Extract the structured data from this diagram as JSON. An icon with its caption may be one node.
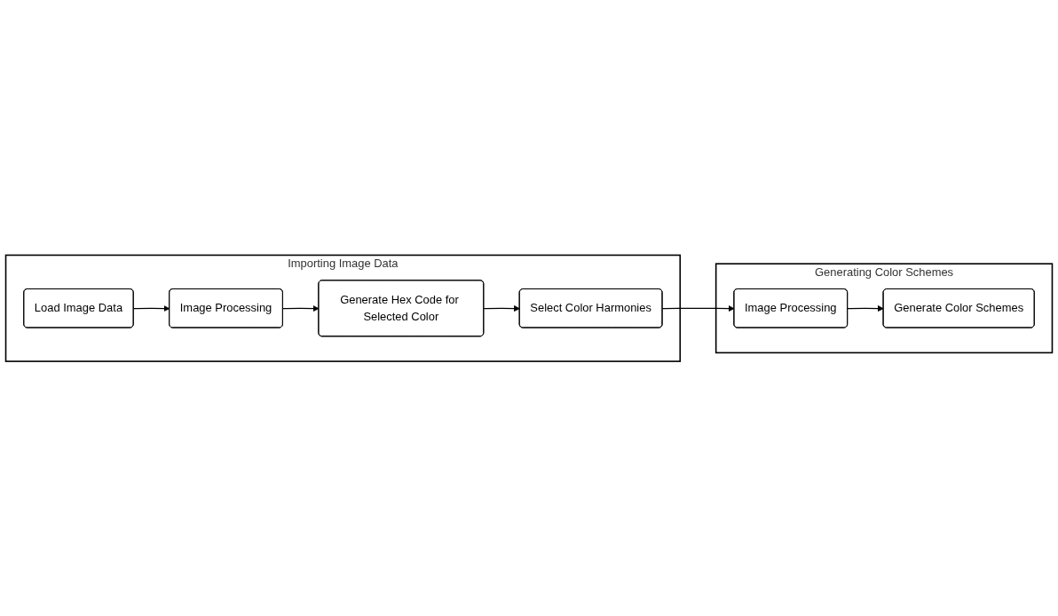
{
  "diagram": {
    "nodes": [
      {
        "text": [
          "Importing Image Data"
        ]
      },
      {
        "text": [
          "Load Image Data"
        ],
        "in": 0
      },
      {
        "text": [
          "Image Processing"
        ],
        "in": 0
      },
      {
        "text": [
          "Generate Hex Code for Selected Color"
        ],
        "in": 0
      },
      {
        "text": [
          "Select Color Harmonies"
        ],
        "in": 0
      },
      {
        "text": [
          "Generating Color Schemes"
        ]
      },
      {
        "text": [
          "Generate Color Schemes"
        ],
        "in": 5
      },
      {
        "text": [
          "Image Processing"
        ],
        "in": 5
      }
    ],
    "edges": [
      {
        "from": 1,
        "to": 2,
        "arrow": "to"
      },
      {
        "from": 2,
        "to": 3,
        "arrow": "to"
      },
      {
        "from": 3,
        "to": 4,
        "arrow": "to"
      },
      {
        "from": 4,
        "to": 7,
        "arrow": "to"
      },
      {
        "from": 7,
        "to": 6,
        "arrow": "to"
      }
    ]
  }
}
